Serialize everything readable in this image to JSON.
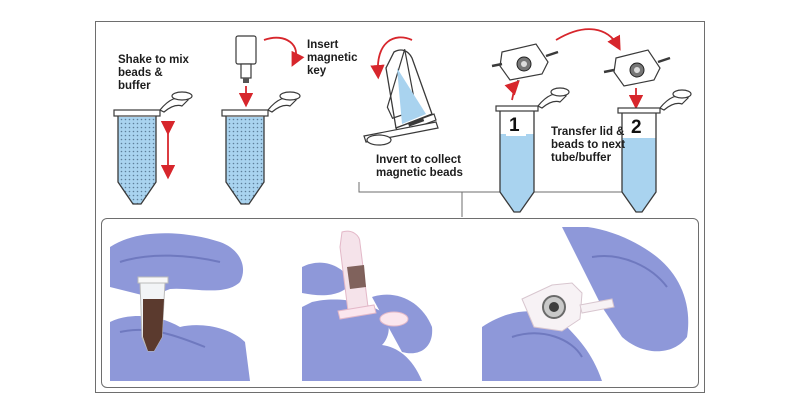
{
  "steps": {
    "shake": "Shake to mix\nbeads &\nbuffer",
    "insert": "Insert\nmagnetic\nkey",
    "invert": "Invert to collect\nmagnetic beads",
    "transfer": "Transfer lid &\nbeads to next\ntube/buffer"
  },
  "tube_numbers": {
    "first": "1",
    "second": "2"
  },
  "colors": {
    "liquid": "#a9d3ef",
    "arrow": "#d7262c",
    "outline": "#3a3a3a",
    "glove": "#8e98d9",
    "frame": "#6e6e6e"
  }
}
